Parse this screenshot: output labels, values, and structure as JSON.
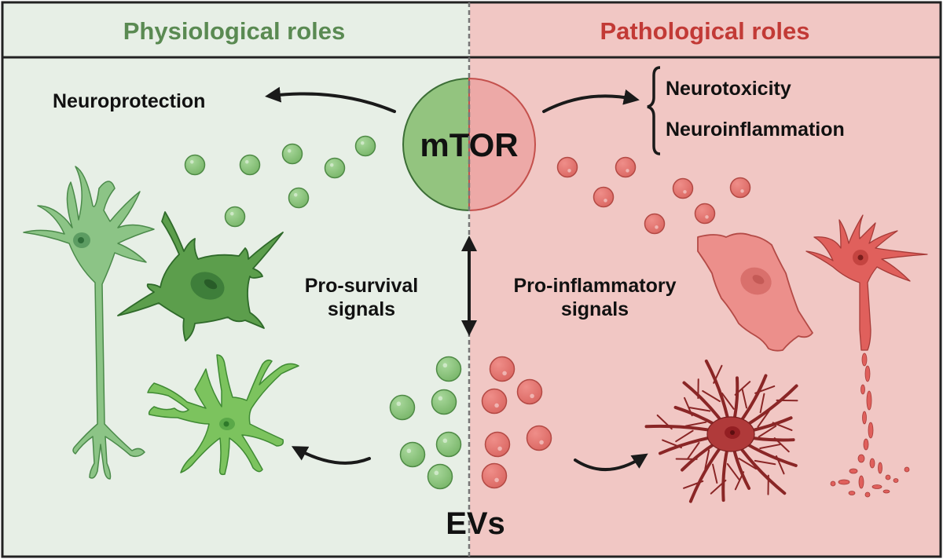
{
  "figure": {
    "left_panel": {
      "header": "Physiological roles",
      "header_color": "#5a8a52",
      "background": "#e7efe6",
      "outcome_label": "Neuroprotection",
      "signal_label_line1": "Pro-survival",
      "signal_label_line2": "signals",
      "ev_color": "#8bc47d",
      "ev_stroke": "#4e8a45",
      "cells": [
        "neuron",
        "astrocyte",
        "oligodendrocyte"
      ]
    },
    "right_panel": {
      "header": "Pathological roles",
      "header_color": "#c23a36",
      "background": "#f1c7c4",
      "outcome_labels": [
        "Neurotoxicity",
        "Neuroinflammation"
      ],
      "signal_label_line1": "Pro-inflammatory",
      "signal_label_line2": "signals",
      "ev_color": "#e67a75",
      "ev_stroke": "#b34944",
      "cells": [
        "reactive-microglia",
        "degenerating-neuron",
        "reactive-astrocyte"
      ]
    },
    "center": {
      "hub_label": "mTOR",
      "hub_left_color": "#93c47f",
      "hub_right_color": "#eda9a7",
      "ev_label": "EVs"
    },
    "border_color": "#222222",
    "divider_color": "#777777"
  }
}
